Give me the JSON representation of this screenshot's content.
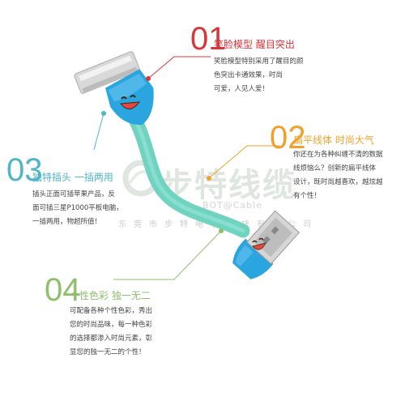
{
  "colors": {
    "red": "#d9363b",
    "orange": "#f0a12c",
    "teal": "#4fb5c7",
    "green": "#8ec06c",
    "cable": "#6fd3c0",
    "head_blue": "#2aa5e0",
    "watermark": "#dfe5df"
  },
  "features": [
    {
      "number": "01",
      "title": "笑脸模型  醒目突出",
      "lines": [
        "笑脸模型特别采用了醒目的颜",
        "色突出卡通效果，时尚",
        "可爱，人见人爱！"
      ]
    },
    {
      "number": "02",
      "title": "扁平线体  时尚大气",
      "lines": [
        "你还在为各种纠缠不清的数据",
        "线烦恼么？创新的扁平线体",
        "设计，既时尚越喜欢，越炫越",
        "有个性！"
      ]
    },
    {
      "number": "03",
      "title": "独特插头  一插两用",
      "lines": [
        "插头正面可插苹果产品，反",
        "面可插三星P1000平板电脑，",
        "一插两用，物超所值！"
      ]
    },
    {
      "number": "04",
      "title": "个性色彩  独一无二",
      "lines": [
        "可配备各种个性色彩，秀出",
        "您的时尚品味，每一种色彩",
        "的选择都渗入时尚元素，彰",
        "显您的独一无二的个性！"
      ]
    }
  ],
  "watermark": {
    "logo_text": "步特线缆",
    "english": "BOT@Cable",
    "company": "东莞市步特电子科技有限公司"
  }
}
